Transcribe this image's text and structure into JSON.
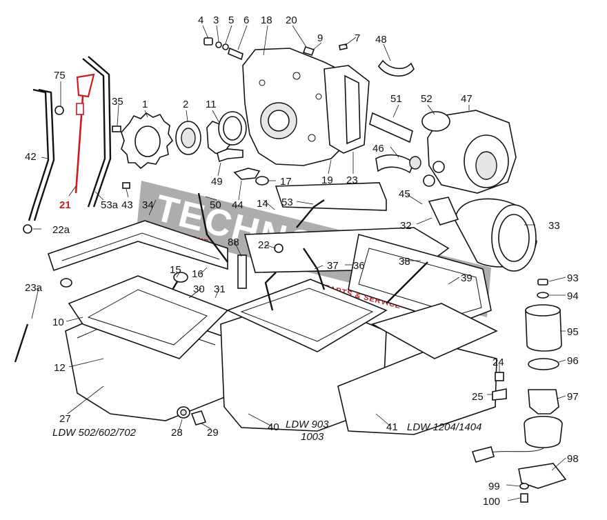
{
  "watermark": {
    "brand": "TECHNODIESEL",
    "sub_lines": [
      "A RESERVE",
      "ATTACHMENTS",
      "PARTS & SERVICE"
    ]
  },
  "highlight_color": "#d0191e",
  "callouts": [
    {
      "id": "4",
      "label": "4"
    },
    {
      "id": "3",
      "label": "3"
    },
    {
      "id": "5",
      "label": "5"
    },
    {
      "id": "6",
      "label": "6"
    },
    {
      "id": "18",
      "label": "18"
    },
    {
      "id": "20",
      "label": "20"
    },
    {
      "id": "9",
      "label": "9"
    },
    {
      "id": "7",
      "label": "7"
    },
    {
      "id": "48",
      "label": "48"
    },
    {
      "id": "75",
      "label": "75"
    },
    {
      "id": "35",
      "label": "35"
    },
    {
      "id": "1",
      "label": "1"
    },
    {
      "id": "2",
      "label": "2"
    },
    {
      "id": "11",
      "label": "11"
    },
    {
      "id": "51",
      "label": "51"
    },
    {
      "id": "52",
      "label": "52"
    },
    {
      "id": "47",
      "label": "47"
    },
    {
      "id": "42",
      "label": "42"
    },
    {
      "id": "46",
      "label": "46"
    },
    {
      "id": "49",
      "label": "49"
    },
    {
      "id": "17",
      "label": "17"
    },
    {
      "id": "19",
      "label": "19"
    },
    {
      "id": "21",
      "label": "21"
    },
    {
      "id": "43",
      "label": "43",
      "highlight": true
    },
    {
      "id": "34",
      "label": "34"
    },
    {
      "id": "53a",
      "label": "53a"
    },
    {
      "id": "50",
      "label": "50"
    },
    {
      "id": "44",
      "label": "44"
    },
    {
      "id": "14",
      "label": "14"
    },
    {
      "id": "53",
      "label": "53"
    },
    {
      "id": "23",
      "label": "23"
    },
    {
      "id": "45",
      "label": "45"
    },
    {
      "id": "22a",
      "label": "22a"
    },
    {
      "id": "32",
      "label": "32"
    },
    {
      "id": "33",
      "label": "33"
    },
    {
      "id": "88",
      "label": "88"
    },
    {
      "id": "22",
      "label": "22"
    },
    {
      "id": "37",
      "label": "37"
    },
    {
      "id": "36",
      "label": "36"
    },
    {
      "id": "38",
      "label": "38"
    },
    {
      "id": "15",
      "label": "15"
    },
    {
      "id": "16",
      "label": "16"
    },
    {
      "id": "39",
      "label": "39"
    },
    {
      "id": "93",
      "label": "93"
    },
    {
      "id": "94",
      "label": "94"
    },
    {
      "id": "23a",
      "label": "23a"
    },
    {
      "id": "30",
      "label": "30"
    },
    {
      "id": "31",
      "label": "31"
    },
    {
      "id": "10",
      "label": "10"
    },
    {
      "id": "95",
      "label": "95"
    },
    {
      "id": "12",
      "label": "12"
    },
    {
      "id": "96",
      "label": "96"
    },
    {
      "id": "24",
      "label": "24"
    },
    {
      "id": "25",
      "label": "25"
    },
    {
      "id": "97",
      "label": "97"
    },
    {
      "id": "27",
      "label": "27"
    },
    {
      "id": "40",
      "label": "40"
    },
    {
      "id": "41",
      "label": "41"
    },
    {
      "id": "28",
      "label": "28"
    },
    {
      "id": "29",
      "label": "29"
    },
    {
      "id": "98",
      "label": "98"
    },
    {
      "id": "99",
      "label": "99"
    },
    {
      "id": "100",
      "label": "100"
    }
  ],
  "models": {
    "small": "LDW 502/602/702",
    "mid_line1": "LDW 903",
    "mid_line2": "1003",
    "large": "LDW 1204/1404"
  }
}
